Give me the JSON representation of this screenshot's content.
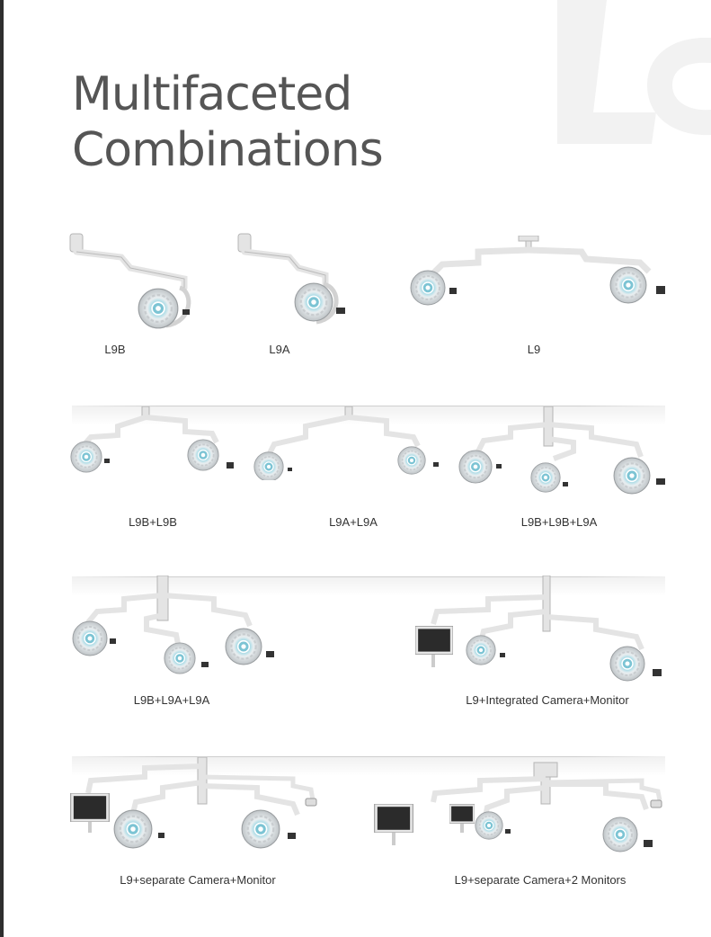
{
  "page": {
    "title_line1": "Multifaceted",
    "title_line2": "Combinations"
  },
  "rows": [
    {
      "items": [
        {
          "label": "L9B"
        },
        {
          "label": "L9A"
        },
        {
          "label": "L9"
        }
      ]
    },
    {
      "items": [
        {
          "label": "L9B+L9B"
        },
        {
          "label": "L9A+L9A"
        },
        {
          "label": "L9B+L9B+L9A"
        }
      ]
    },
    {
      "items": [
        {
          "label": "L9B+L9A+L9A"
        },
        {
          "label": "L9+Integrated Camera+Monitor"
        }
      ]
    },
    {
      "items": [
        {
          "label": "L9+separate Camera+Monitor"
        },
        {
          "label": "L9+separate Camera+2 Monitors"
        }
      ]
    }
  ],
  "colors": {
    "title": "#555555",
    "arm": "#e4e4e4",
    "lamp_accent": "#7cc4d4",
    "monitor": "#2b2b2b"
  }
}
